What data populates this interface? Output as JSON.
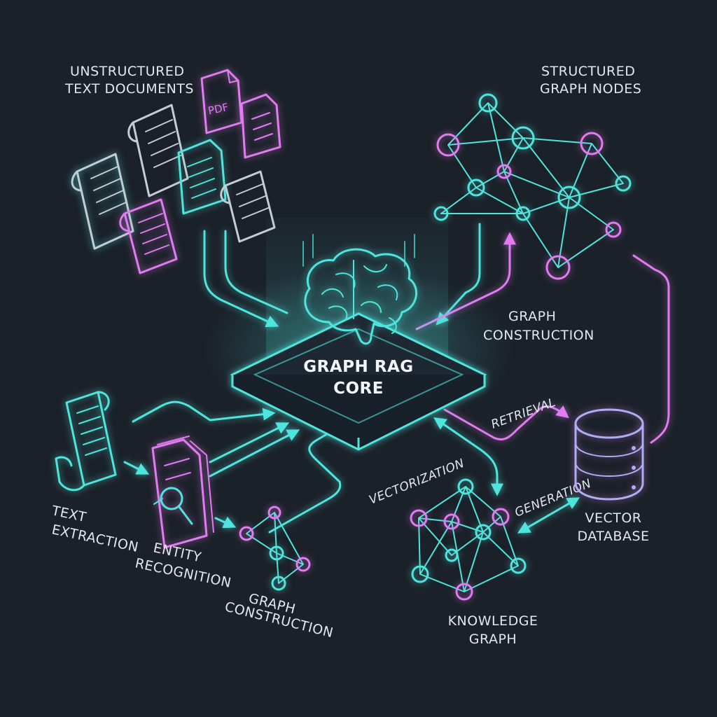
{
  "labels": {
    "unstructured": [
      "UNSTRUCTURED",
      "TEXT DOCUMENTS"
    ],
    "structured": [
      "STRUCTURED",
      "GRAPH NODES"
    ],
    "core": [
      "GRAPH RAG",
      "CORE"
    ],
    "graph_construction_right": [
      "GRAPH",
      "CONSTRUCTION"
    ],
    "retrieval": "RETRIEVAL",
    "vectorization": "VECTORIZATION",
    "generation": "GENERATION",
    "vector_database": [
      "VECTOR",
      "DATABASE"
    ],
    "knowledge_graph": [
      "KNOWLEDGE",
      "GRAPH"
    ],
    "text_extraction": [
      "TEXT",
      "EXTRACTION"
    ],
    "entity_recognition": [
      "ENTITY",
      "RECOGNITION"
    ],
    "graph_construction_left": [
      "GRAPH",
      "CONSTRUCTION"
    ],
    "pdf_icon_text": "PDF"
  },
  "colors": {
    "background": "#1b2129",
    "cyan": "#4fe5dd",
    "magenta": "#e07cf0",
    "gray": "#c4ccd4",
    "violet": "#aab0f2"
  }
}
